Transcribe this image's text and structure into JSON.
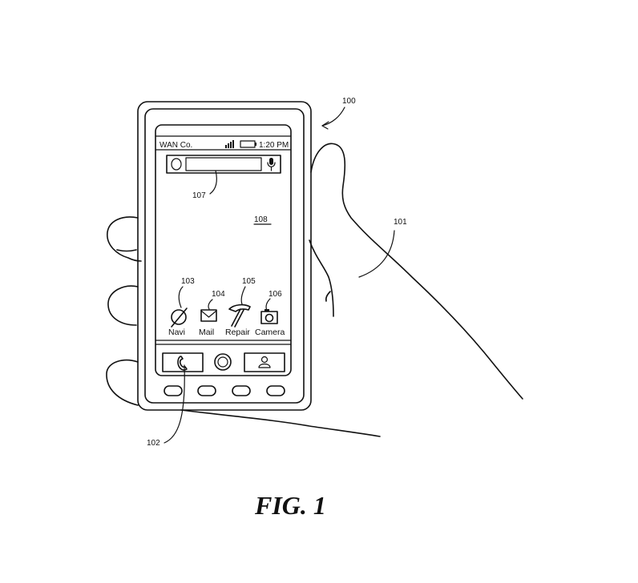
{
  "status_bar": {
    "carrier": "WAN Co.",
    "time": "1:20 PM"
  },
  "apps": [
    {
      "label": "Navi",
      "icon": "globe-icon",
      "ref": "103"
    },
    {
      "label": "Mail",
      "icon": "mail-icon",
      "ref": "104"
    },
    {
      "label": "Repair",
      "icon": "hammer-icon",
      "ref": "105"
    },
    {
      "label": "Camera",
      "icon": "camera-icon",
      "ref": "106"
    }
  ],
  "dock": {
    "left_icon": "phone-icon",
    "center_icon": "home-button-icon",
    "right_icon": "contacts-icon"
  },
  "search_bar": {
    "left_icon": "search-circle-icon",
    "right_icon": "microphone-icon"
  },
  "refs": {
    "device": "100",
    "hand": "101",
    "dock_phone": "102",
    "search_bar": "107",
    "home_screen": "108"
  },
  "figure_caption": "FIG. 1"
}
